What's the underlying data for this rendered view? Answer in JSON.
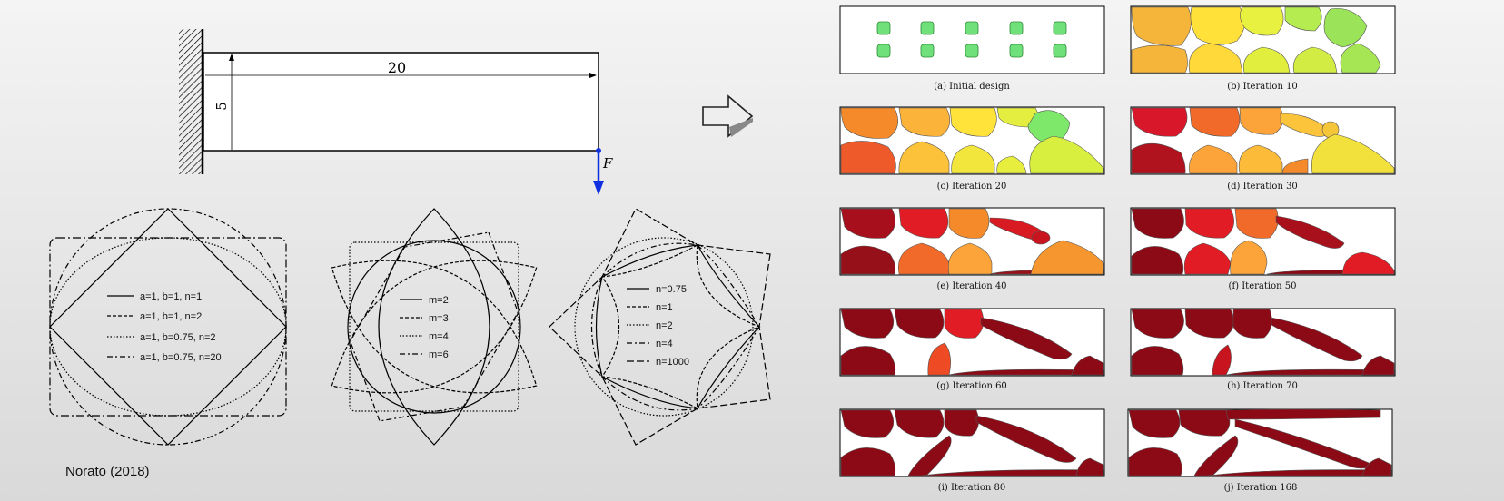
{
  "credit": "Norato (2018)",
  "beam": {
    "length_label": "20",
    "height_label": "5",
    "force_label": "F"
  },
  "superellipse_legend": [
    "a=1, b=1, n=1",
    "a=1, b=1, n=2",
    "a=1, b=0.75, n=2",
    "a=1, b=0.75, n=20"
  ],
  "m_legend": [
    "m=2",
    "m=3",
    "m=4",
    "m=6"
  ],
  "n_legend": [
    "n=0.75",
    "n=1",
    "n=2",
    "n=4",
    "n=1000"
  ],
  "iterations": [
    {
      "caption": "(a) Initial design"
    },
    {
      "caption": "(b) Iteration 10"
    },
    {
      "caption": "(c) Iteration 20"
    },
    {
      "caption": "(d) Iteration 30"
    },
    {
      "caption": "(e) Iteration 40"
    },
    {
      "caption": "(f) Iteration 50"
    },
    {
      "caption": "(g) Iteration 60"
    },
    {
      "caption": "(h) Iteration 70"
    },
    {
      "caption": "(i) Iteration 80"
    },
    {
      "caption": "(j) Iteration 168"
    }
  ],
  "colors": {
    "force_arrow": "#1030e0",
    "final_material": "#8b0000"
  }
}
